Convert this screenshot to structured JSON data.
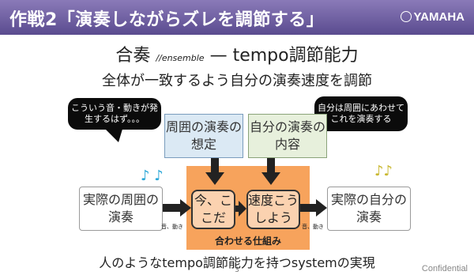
{
  "header": {
    "title": "作戦2「演奏しながらズレを調節する」",
    "brand": "YAMAHA"
  },
  "heading": {
    "main": "合奏",
    "ensemble": "//ensemble",
    "dash": "—",
    "rest": "tempo調節能力"
  },
  "subheading": "全体が一致するよう自分の演奏速度を調節",
  "bubbles": {
    "left": "こういう音・動きが発生するはず。。。",
    "right": "自分は周囲にあわせてこれを演奏する"
  },
  "boxes": {
    "surround_expect": "周囲の演奏の想定",
    "self_content": "自分の演奏の内容",
    "actual_surround": "実際の周囲の演奏",
    "actual_self": "実際の自分の演奏",
    "now_here": "今、ここだ",
    "adjust_speed": "速度こうしよう"
  },
  "labels": {
    "sound_motion_left": "音、動き",
    "sound_motion_right": "音、動き",
    "mechanism": "合わせる仕組み"
  },
  "notes": {
    "left": "♪ ♪",
    "right": "♪♪"
  },
  "bottom": "人のようなtempo調節能力を持つsystemの実現",
  "page_number": "3",
  "confidential": "Confidential",
  "colors": {
    "title_bar": "#5a4b8f",
    "mechanism_fill": "#f7a35c",
    "note_left": "#2aa7d8",
    "note_right": "#c9b830"
  }
}
